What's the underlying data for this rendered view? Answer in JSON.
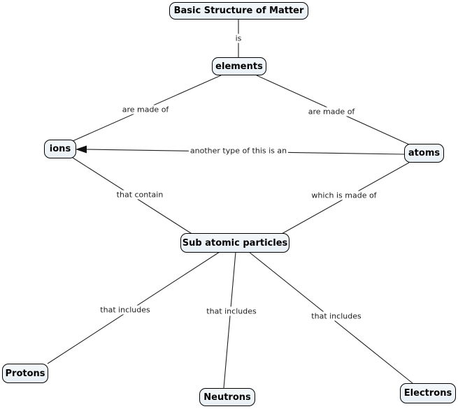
{
  "title": "Basic Structure of Matter concept map",
  "colors": {
    "background": "#ffffff",
    "node_fill": "#edf3f7",
    "node_border": "#000000",
    "line": "#202020",
    "label_text": "#1c1c1c"
  },
  "nodes": {
    "root": {
      "label": "Basic Structure of Matter"
    },
    "elements": {
      "label": "elements"
    },
    "ions": {
      "label": "ions"
    },
    "atoms": {
      "label": "atoms"
    },
    "subatomic": {
      "label": "Sub atomic particles"
    },
    "protons": {
      "label": "Protons"
    },
    "neutrons": {
      "label": "Neutrons"
    },
    "electrons": {
      "label": "Electrons"
    }
  },
  "links": {
    "is": {
      "label": "is",
      "from": "root",
      "to": "elements"
    },
    "made_of_left": {
      "label": "are made of",
      "from": "elements",
      "to": "ions"
    },
    "made_of_right": {
      "label": "are made of",
      "from": "elements",
      "to": "atoms"
    },
    "another_type": {
      "label": "another type of this is an",
      "from": "atoms",
      "to": "ions",
      "arrow": "arrowhead-into-ions"
    },
    "that_contain": {
      "label": "that contain",
      "from": "ions",
      "to": "subatomic"
    },
    "which_made_of": {
      "label": "which is made of",
      "from": "atoms",
      "to": "subatomic"
    },
    "includes_left": {
      "label": "that includes",
      "from": "subatomic",
      "to": "protons"
    },
    "includes_mid": {
      "label": "that includes",
      "from": "subatomic",
      "to": "neutrons"
    },
    "includes_right": {
      "label": "that includes",
      "from": "subatomic",
      "to": "electrons"
    }
  }
}
